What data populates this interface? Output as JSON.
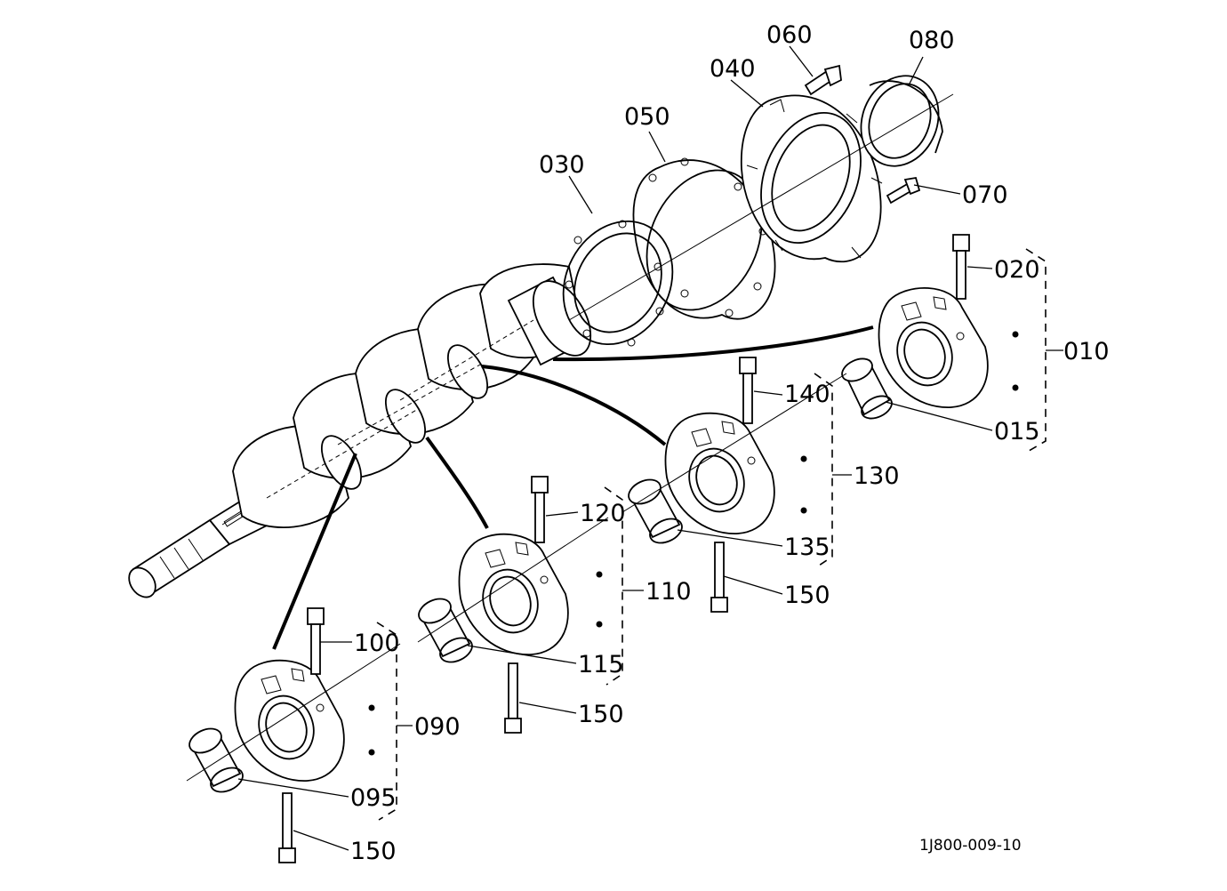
{
  "labels": {
    "p010": "010",
    "p015": "015",
    "p020": "020",
    "p030": "030",
    "p040": "040",
    "p050": "050",
    "p060": "060",
    "p070": "070",
    "p080": "080",
    "p090": "090",
    "p095": "095",
    "p100": "100",
    "p110": "110",
    "p115": "115",
    "p120": "120",
    "p130": "130",
    "p135": "135",
    "p140": "140",
    "p150a": "150",
    "p150b": "150",
    "p150c": "150"
  },
  "drawing_code": "1J800-009-10"
}
